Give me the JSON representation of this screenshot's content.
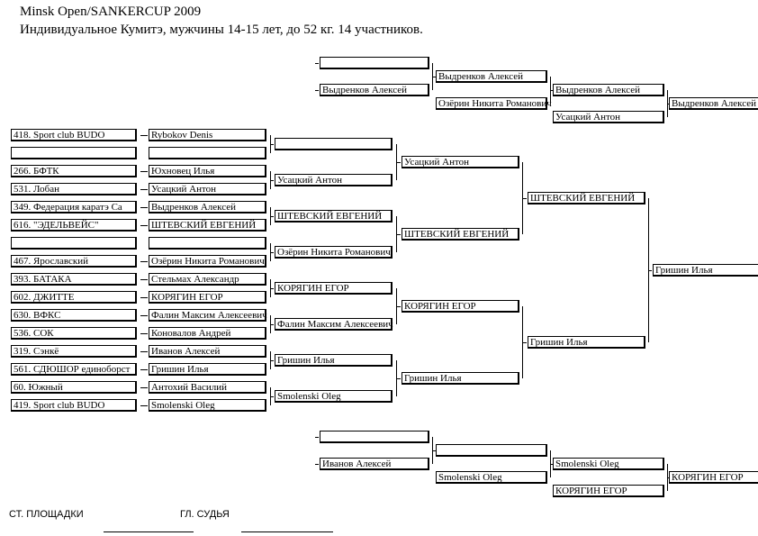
{
  "header": {
    "title": "Minsk Open/SANKERCUP 2009",
    "subtitle": "Индивидуальное Кумитэ, мужчины 14-15 лет, до  52 кг. 14 участников."
  },
  "clubs": [
    "418. Sport club BUDO",
    "",
    "266. БФТК",
    "531. Лобан",
    "349. Федерация каратэ Са",
    "616. \"ЭДЕЛЬВЕЙС\"",
    "",
    "467. Ярославский",
    "393. БАТАКА",
    "602. ДЖИТТЕ",
    "630. ВФКС",
    "536. СОК",
    "319. Сэнкё",
    "561. СДЮШОР единоборст",
    "60. Южный",
    "419. Sport club BUDO"
  ],
  "competitors": [
    "Rybokov Denis",
    "",
    "Юхновец Илья",
    "Усацкий Антон",
    "Выдренков Алексей",
    "ШТЕВСКИЙ ЕВГЕНИЙ",
    "",
    "Озёрин Никита Романович",
    "Стельмах Александр",
    "КОРЯГИН ЕГОР",
    "Фалин Максим Алексеевич",
    "Коновалов Андрей",
    "Иванов Алексей",
    "Гришин Илья",
    "Антохий Василий",
    "Smolenski Oleg"
  ],
  "round2": [
    "",
    "Усацкий Антон",
    "ШТЕВСКИЙ ЕВГЕНИЙ",
    "Озёрин Никита Романович",
    "КОРЯГИН ЕГОР",
    "Фалин Максим Алексеевич",
    "Гришин Илья",
    "Smolenski Oleg"
  ],
  "round3": [
    "Усацкий Антон",
    "ШТЕВСКИЙ ЕВГЕНИЙ",
    "КОРЯГИН ЕГОР",
    "Гришин Илья"
  ],
  "semifinal": [
    "ШТЕВСКИЙ ЕВГЕНИЙ",
    "Гришин Илья"
  ],
  "final": "Гришин Илья",
  "repechage_top": {
    "entry": [
      "",
      "Выдренков Алексей"
    ],
    "r1": [
      "Выдренков Алексей",
      "Озёрин Никита Романович"
    ],
    "r2": [
      "Выдренков Алексей",
      "Усацкий Антон"
    ],
    "winner": "Выдренков Алексей"
  },
  "repechage_bottom": {
    "entry": [
      "",
      "Иванов Алексей"
    ],
    "r1": [
      "",
      "Smolenski Oleg"
    ],
    "r2": [
      "Smolenski Oleg",
      "КОРЯГИН ЕГОР"
    ],
    "winner": "КОРЯГИН ЕГОР"
  },
  "footer": {
    "left_label": "СТ. ПЛОЩАДКИ",
    "right_label": "ГЛ. СУДЬЯ"
  }
}
